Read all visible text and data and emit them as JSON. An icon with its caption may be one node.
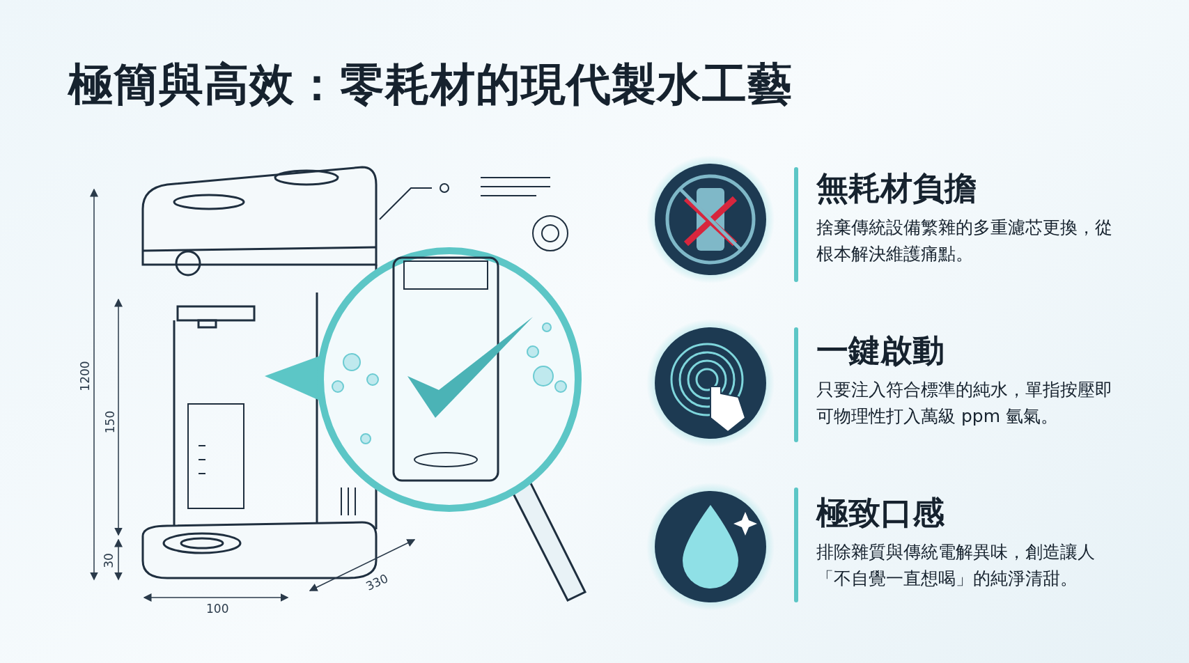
{
  "diagram": {
    "title": "極簡與高效：零耗材的現代製水工藝",
    "labels": [
      "無耗材負擔",
      "捨棄傳統設備繁雜的多重濾芯更換，從根本解決維護痛點。",
      "一鍵啟動",
      "只要注入符合標準的純水，單指按壓即可物理性打入萬級 ppm 氫氣。",
      "極致口感",
      "排除雜質與傳統電解異味，創造讓人「不自覺一直想喝」的純淨清甜。",
      "1200",
      "150",
      "30",
      "330",
      "100"
    ]
  }
}
